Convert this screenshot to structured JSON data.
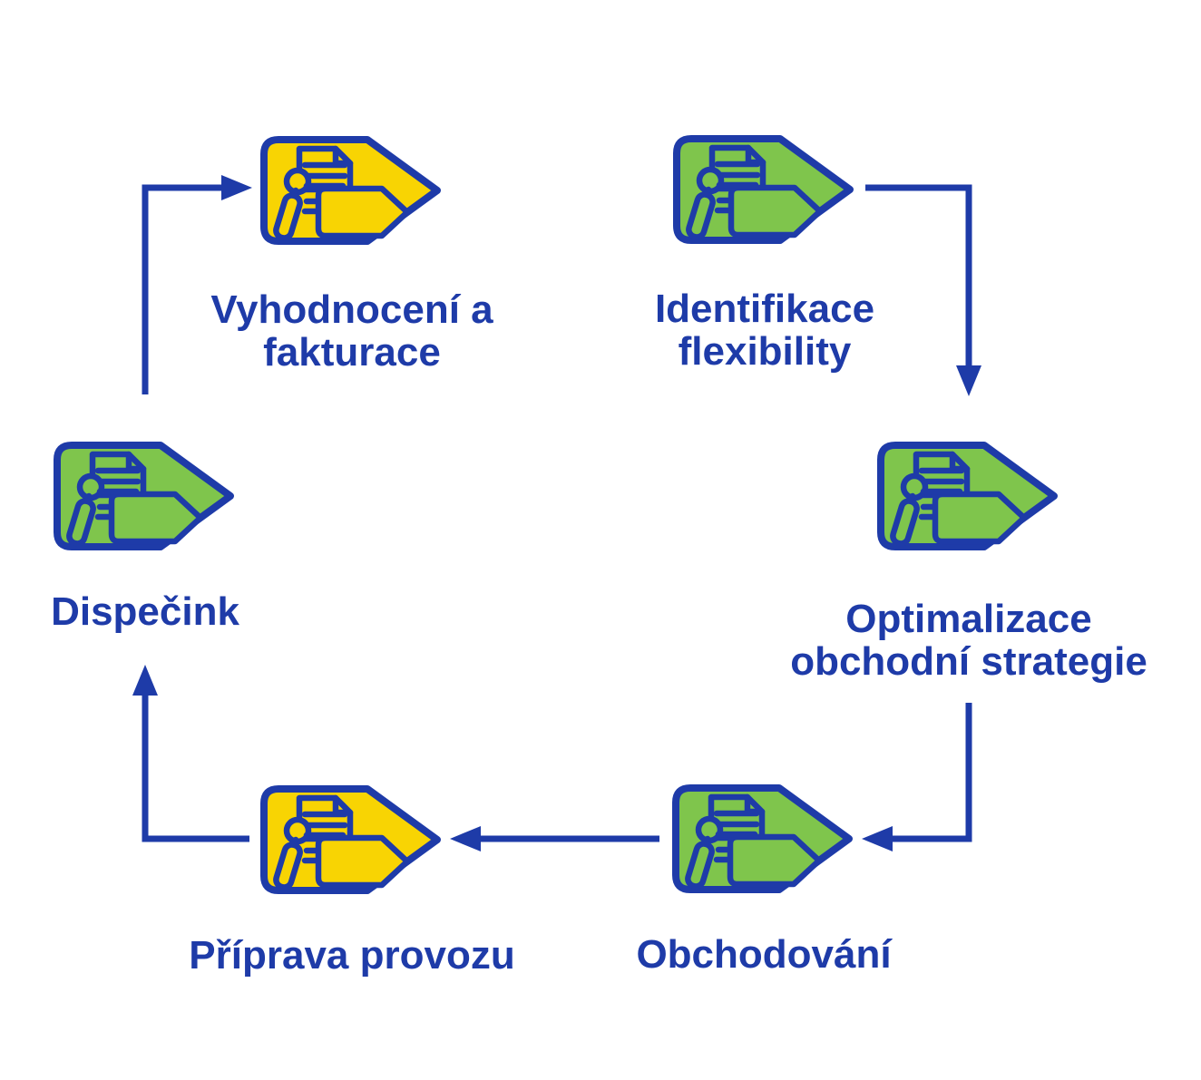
{
  "diagram": {
    "nodes": [
      {
        "id": "vyhodnoceni-a-fakturace",
        "label": "Vyhodnocení a\nfakturace",
        "color": "#f8d403"
      },
      {
        "id": "identifikace-flexibility",
        "label": "Identifikace\nflexibility",
        "color": "#7fc54c"
      },
      {
        "id": "optimalizace-obchodni-strategie",
        "label": "Optimalizace\nobchodní strategie",
        "color": "#7fc54c"
      },
      {
        "id": "obchodovani",
        "label": "Obchodování",
        "color": "#7fc54c"
      },
      {
        "id": "priprava-provozu",
        "label": "Příprava provozu",
        "color": "#f8d403"
      },
      {
        "id": "dispecink",
        "label": "Dispečink",
        "color": "#7fc54c"
      }
    ],
    "connections": [
      {
        "from": "identifikace-flexibility",
        "to": "optimalizace-obchodni-strategie"
      },
      {
        "from": "optimalizace-obchodni-strategie",
        "to": "obchodovani"
      },
      {
        "from": "obchodovani",
        "to": "priprava-provozu"
      },
      {
        "from": "priprava-provozu",
        "to": "dispecink"
      },
      {
        "from": "dispecink",
        "to": "vyhodnoceni-a-fakturace"
      }
    ],
    "icon": "document-person-arrow-icon",
    "colors": {
      "navy": "#1e3ba8",
      "green": "#7fc54c",
      "yellow": "#f8d403",
      "background": "#ffffff"
    }
  }
}
